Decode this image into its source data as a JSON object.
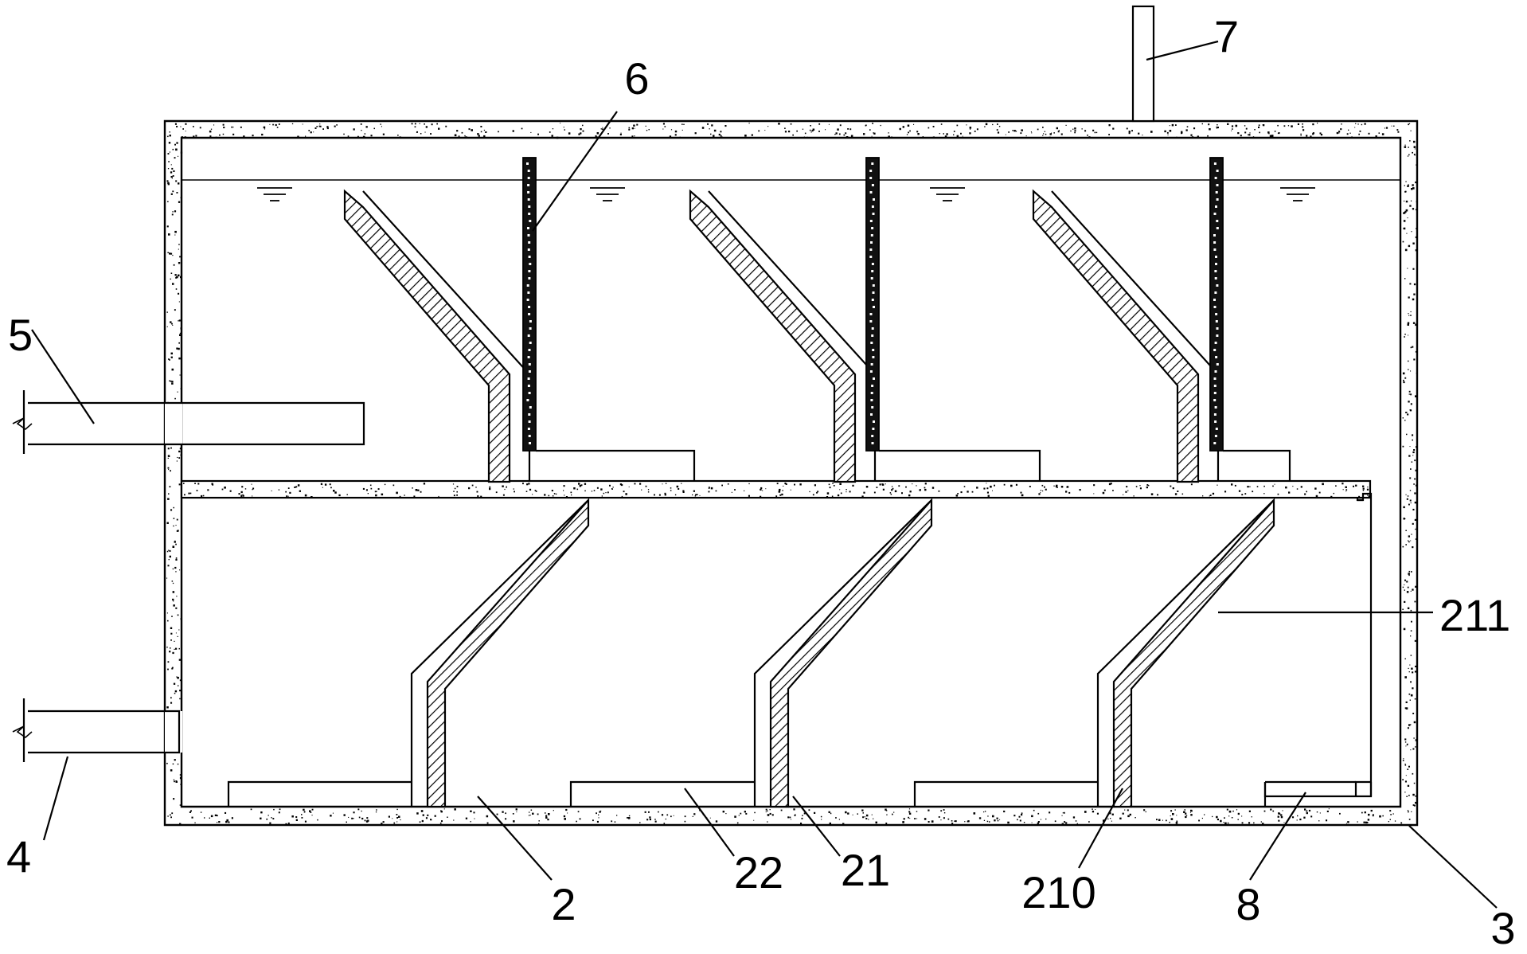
{
  "labels": {
    "l2": "2",
    "l3": "3",
    "l4": "4",
    "l5": "5",
    "l6": "6",
    "l7": "7",
    "l8": "8",
    "l21": "21",
    "l22": "22",
    "l210": "210",
    "l211": "211"
  },
  "colors": {
    "line": "#000000",
    "background": "#ffffff",
    "speckle": "#000000"
  }
}
